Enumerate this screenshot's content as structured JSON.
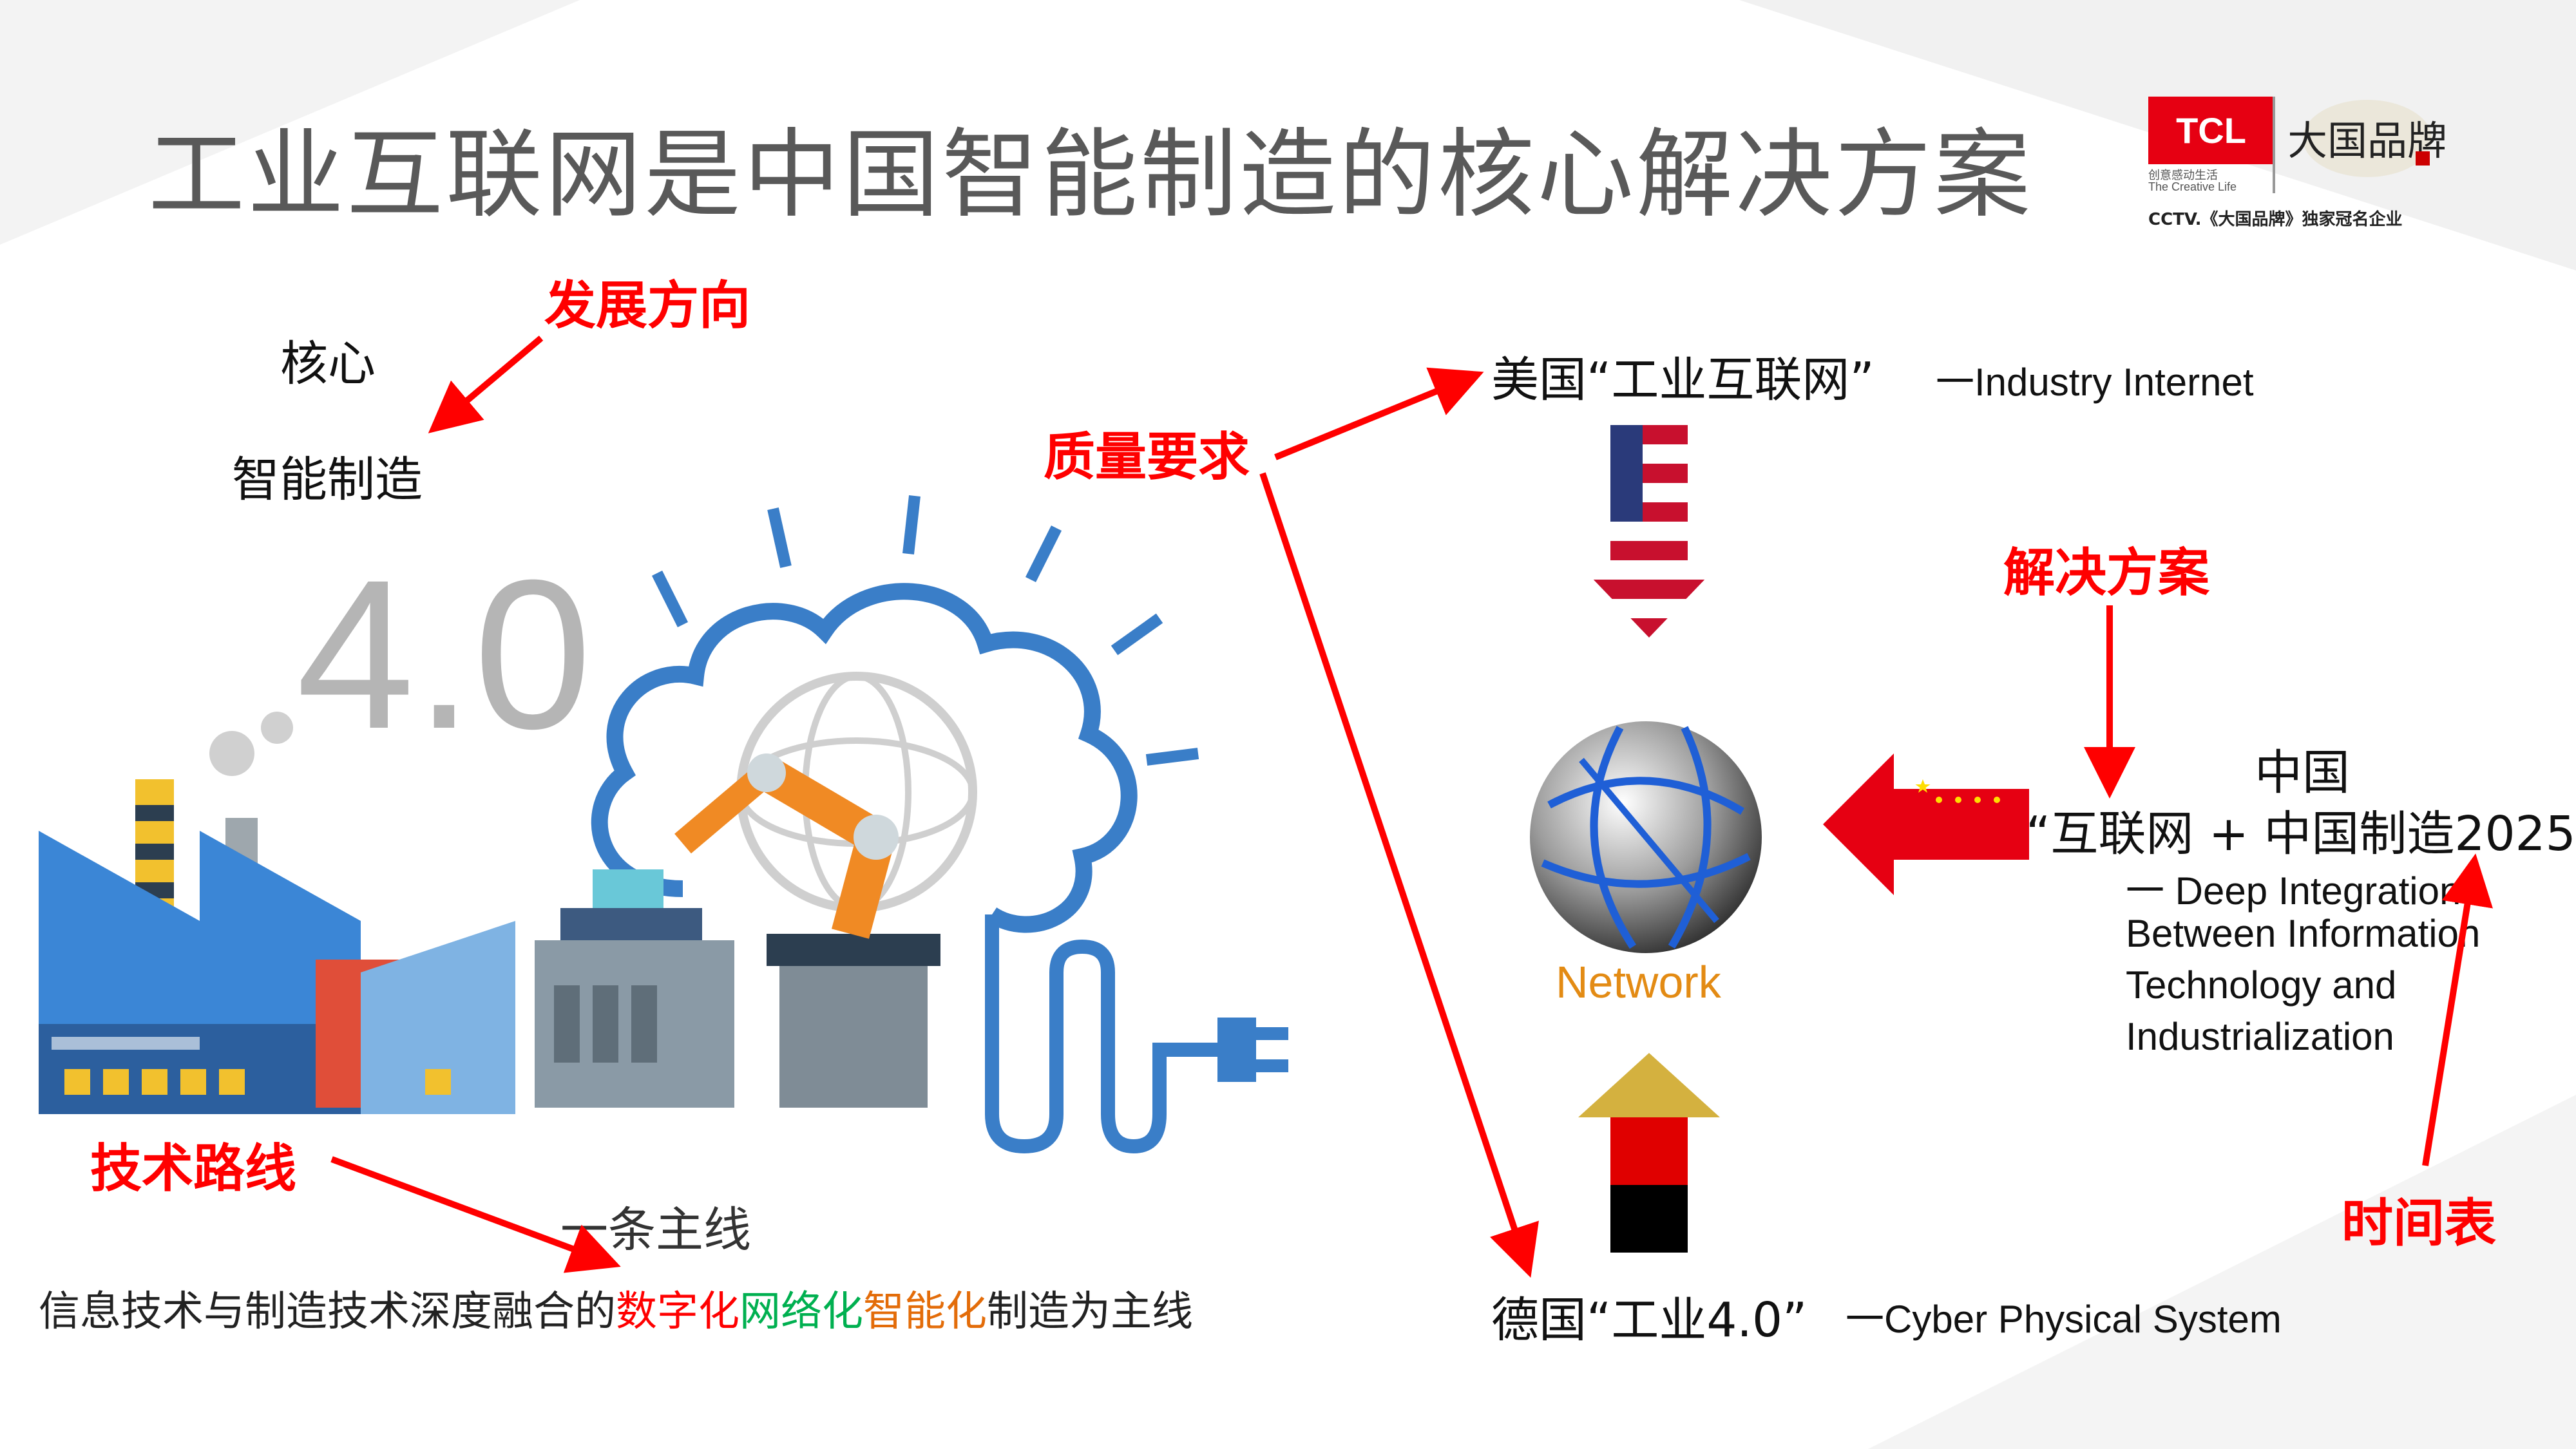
{
  "title": "工业互联网是中国智能制造的核心解决方案",
  "brand": {
    "tcl_logo": "TCL",
    "tcl_slogan_cn": "创意感动生活",
    "tcl_slogan_en": "The Creative Life",
    "seal_text": "大国品牌",
    "cctv_line": "CCTV.《大国品牌》独家冠名企业"
  },
  "left": {
    "direction_label": "发展方向",
    "core_label": "核心",
    "core_value": "智能制造",
    "illustration_text": "4.0",
    "route_label": "技术路线",
    "mainline_label": "一条主线",
    "mainline_text": {
      "prefix": "信息技术与制造技术深度融合的",
      "digital": "数字化",
      "network": "网络化",
      "intelligent": "智能化",
      "suffix": "制造为主线"
    }
  },
  "center": {
    "quality_label": "质量要求",
    "usa_title": "美国“工业互联网”",
    "usa_en": "一Industry Internet",
    "network_label": "Network",
    "germany_title": "德国“工业4.0”",
    "germany_en": "一Cyber Physical System"
  },
  "right": {
    "solution_label": "解决方案",
    "china_title": "中国",
    "china_subtitle": "“互联网 + 中国制造2025”",
    "china_en_lines": [
      "一 Deep Integration",
      "Between Information",
      "Technology and",
      "Industrialization"
    ],
    "schedule_label": "时间表"
  },
  "colors": {
    "accent_red": "#ff0000",
    "green": "#00b050",
    "orange": "#e36c09",
    "network_orange": "#e38b14",
    "title_gray": "#595959"
  }
}
